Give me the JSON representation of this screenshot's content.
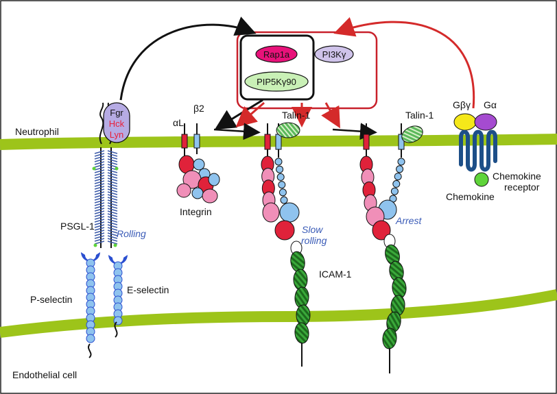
{
  "labels": {
    "neutrophil": "Neutrophil",
    "endothelial_cell": "Endothelial cell",
    "psgl1": "PSGL-1",
    "rolling": "Rolling",
    "p_selectin": "P-selectin",
    "e_selectin": "E-selectin",
    "fgr": "Fgr",
    "hck": "Hck",
    "lyn": "Lyn",
    "rap1a": "Rap1a",
    "pi3k": "PI3Kγ",
    "pip5k": "PIP5Kγ90",
    "alpha_l": "αL",
    "beta2": "β2",
    "integrin": "Integrin",
    "talin1_a": "Talin-1",
    "talin1_b": "Talin-1",
    "slow": "Slow",
    "rolling2": "rolling",
    "arrest": "Arrest",
    "icam1": "ICAM-1",
    "gbg": "Gβγ",
    "ga": "Gα",
    "chemokine_receptor_1": "Chemokine",
    "chemokine_receptor_2": "receptor",
    "chemokine": "Chemokine"
  },
  "colors": {
    "membrane": "#9dc41a",
    "red_arrow": "#d42a2a",
    "rap1a_fill": "#e8127a",
    "pi3k_fill": "#cfc3ea",
    "pip5k_fill": "#c9f0b6",
    "kinase_fill": "#b6abe4",
    "red_text": "#e8203a",
    "bead_blue": "#8fc3ee",
    "ovule_pink": "#f08fb8",
    "ovule_red": "#e0223a",
    "icam_green": "#3aa83a",
    "gbg_fill": "#f5e81a",
    "ga_fill": "#a54bd0",
    "receptor_blue": "#1d4f88",
    "chemokine_fill": "#5fd43a",
    "label_blue": "#3a5bb7"
  }
}
